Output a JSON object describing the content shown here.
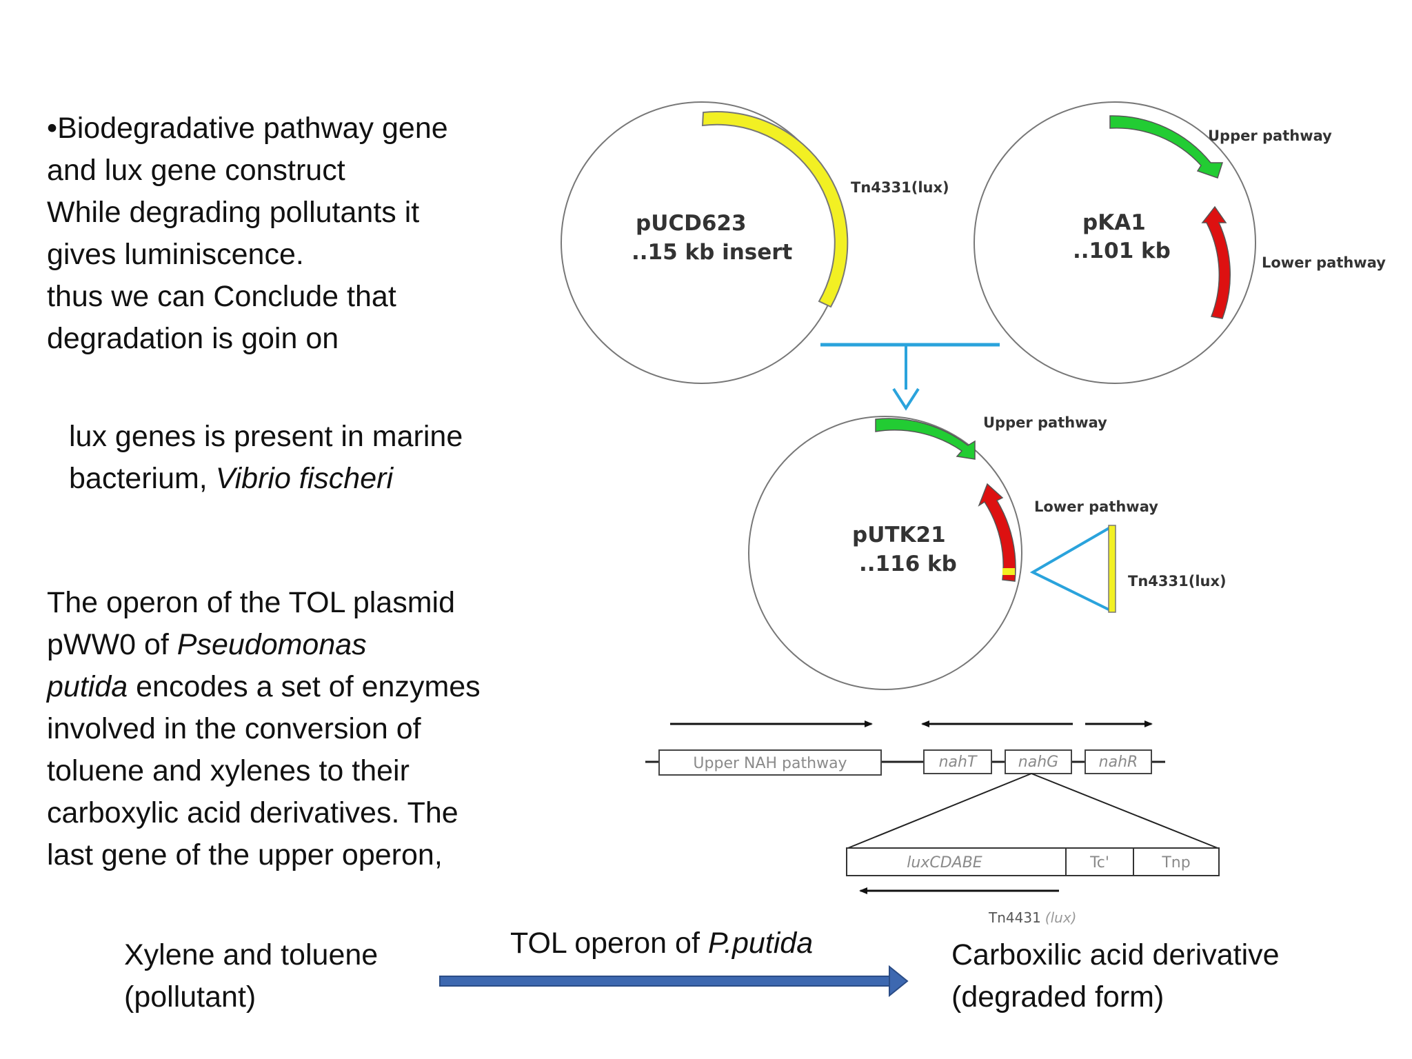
{
  "intro": {
    "bullet": "•",
    "lines": [
      "Biodegradative pathway gene",
      "and lux gene construct",
      "While degrading pollutants it",
      "gives luminiscence.",
      "thus we can Conclude that",
      "degradation is goin on"
    ]
  },
  "lux_note": {
    "line1": "lux genes is present in marine",
    "line2_prefix": "bacterium, ",
    "line2_italic": "Vibrio fischeri"
  },
  "tol_text": {
    "line1": "The operon of the TOL plasmid",
    "line2_prefix": "pWW0 of ",
    "line2_italic": "Pseudomonas",
    "line3_italic": "putida",
    "line3_suffix": " encodes a set of enzymes",
    "line4": "involved in the conversion of",
    "line5": "toluene and xylenes to their",
    "line6": "carboxylic acid derivatives. The",
    "line7": "last gene of the upper operon,"
  },
  "plasmids": {
    "pucd623": {
      "name": "pUCD623",
      "size": "..15 kb insert",
      "insert_label": "Tn4331(lux)"
    },
    "pka1": {
      "name": "pKA1",
      "size": "..101 kb",
      "upper_label": "Upper pathway",
      "lower_label": "Lower pathway"
    },
    "putk21": {
      "name": "pUTK21",
      "size": "..116 kb",
      "upper_label": "Upper pathway",
      "lower_label": "Lower pathway",
      "insert_label": "Tn4331(lux)"
    }
  },
  "gene_map": {
    "upper_nah": "Upper NAH pathway",
    "nahT": "nahT",
    "nahG": "nahG",
    "nahR": "nahR",
    "luxCDABE": "luxCDABE",
    "tc": "Tc'",
    "tnp": "Tnp",
    "transposon_prefix": "Tn4431",
    "transposon_suffix": "(lux)"
  },
  "reaction": {
    "left_line1": "Xylene and toluene",
    "left_line2": "(pollutant)",
    "arrow_label_prefix": "TOL operon of ",
    "arrow_label_italic": "P.putida",
    "right_line1": "Carboxilic acid derivative",
    "right_line2": "(degraded form)"
  },
  "colors": {
    "upper_pathway": "#22cc33",
    "lower_pathway": "#dd1111",
    "lux_insert": "#f2f023",
    "connector": "#2aa3dc",
    "reaction_arrow": "#3d68b0"
  }
}
